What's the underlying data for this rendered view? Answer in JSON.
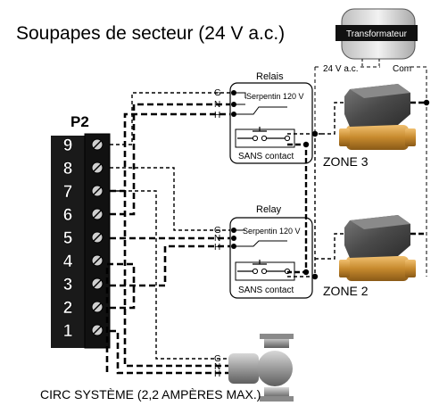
{
  "header": {
    "title": "Soupapes de secteur (24 V a.c.)"
  },
  "transformer": {
    "label": "Transformateur",
    "left_label": "24 V a.c.",
    "right_label": "Com"
  },
  "terminal_block": {
    "name": "P2",
    "terminals": [
      "9",
      "8",
      "7",
      "6",
      "5",
      "4",
      "3",
      "2",
      "1"
    ]
  },
  "relay_top": {
    "title": "Relais",
    "coil_label": "Serpentin 120 V",
    "contact_label": "SANS contact",
    "wire_labels": [
      "G",
      "N",
      "H"
    ],
    "zone_label": "ZONE 3"
  },
  "relay_bottom": {
    "title": "Relay",
    "coil_label": "Serpentin 120 V",
    "contact_label": "SANS contact",
    "wire_labels": [
      "G",
      "N",
      "H"
    ],
    "zone_label": "ZONE 2"
  },
  "pump": {
    "wire_labels": [
      "G",
      "N",
      "H"
    ],
    "label": "CIRC SYSTÈME (2,2 AMPÈRES MAX.)"
  }
}
